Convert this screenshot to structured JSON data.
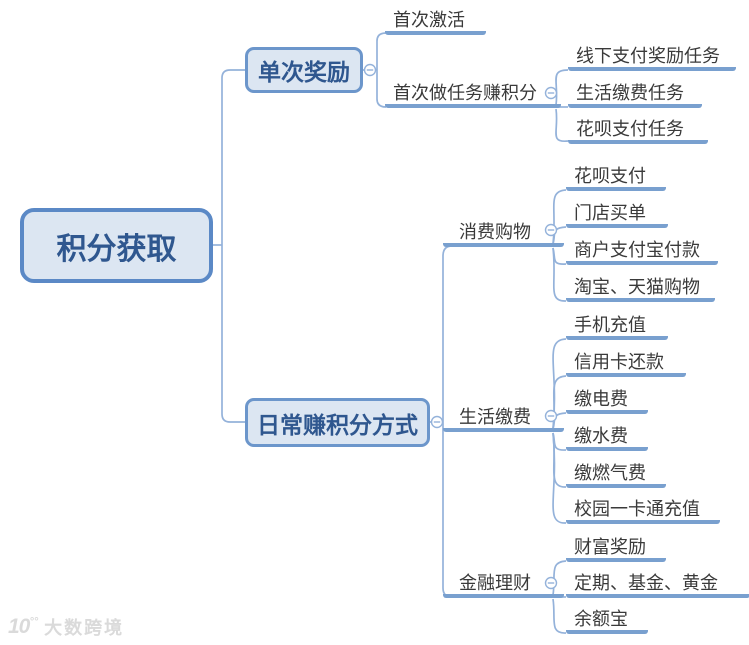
{
  "mindmap": {
    "root": {
      "label": "积分获取"
    },
    "branches": [
      {
        "label": "单次奖励",
        "children": [
          {
            "label": "首次激活",
            "children": []
          },
          {
            "label": "首次做任务赚积分",
            "children": [
              {
                "label": "线下支付奖励任务"
              },
              {
                "label": "生活缴费任务"
              },
              {
                "label": "花呗支付任务"
              }
            ]
          }
        ]
      },
      {
        "label": "日常赚积分方式",
        "children": [
          {
            "label": "消费购物",
            "children": [
              {
                "label": "花呗支付"
              },
              {
                "label": "门店买单"
              },
              {
                "label": "商户支付宝付款"
              },
              {
                "label": "淘宝、天猫购物"
              }
            ]
          },
          {
            "label": "生活缴费",
            "children": [
              {
                "label": "手机充值"
              },
              {
                "label": "信用卡还款"
              },
              {
                "label": "缴电费"
              },
              {
                "label": "缴水费"
              },
              {
                "label": "缴燃气费"
              },
              {
                "label": "校园一卡通充值"
              }
            ]
          },
          {
            "label": "金融理财",
            "children": [
              {
                "label": "财富奖励"
              },
              {
                "label": "定期、基金、黄金"
              },
              {
                "label": "余额宝"
              }
            ]
          }
        ]
      }
    ],
    "icons": {
      "collapse": "minus-in-circle"
    },
    "colors": {
      "box_fill": "#DCE6F2",
      "box_border": "#6C96CB",
      "box_text": "#2F578F",
      "leaf_underline": "#79A0CF",
      "connector": "#94B2DA",
      "leaf_text": "#3A3A3A"
    }
  },
  "watermark": {
    "logo": "10",
    "logo_sup": "°°",
    "text": "大数跨境"
  }
}
